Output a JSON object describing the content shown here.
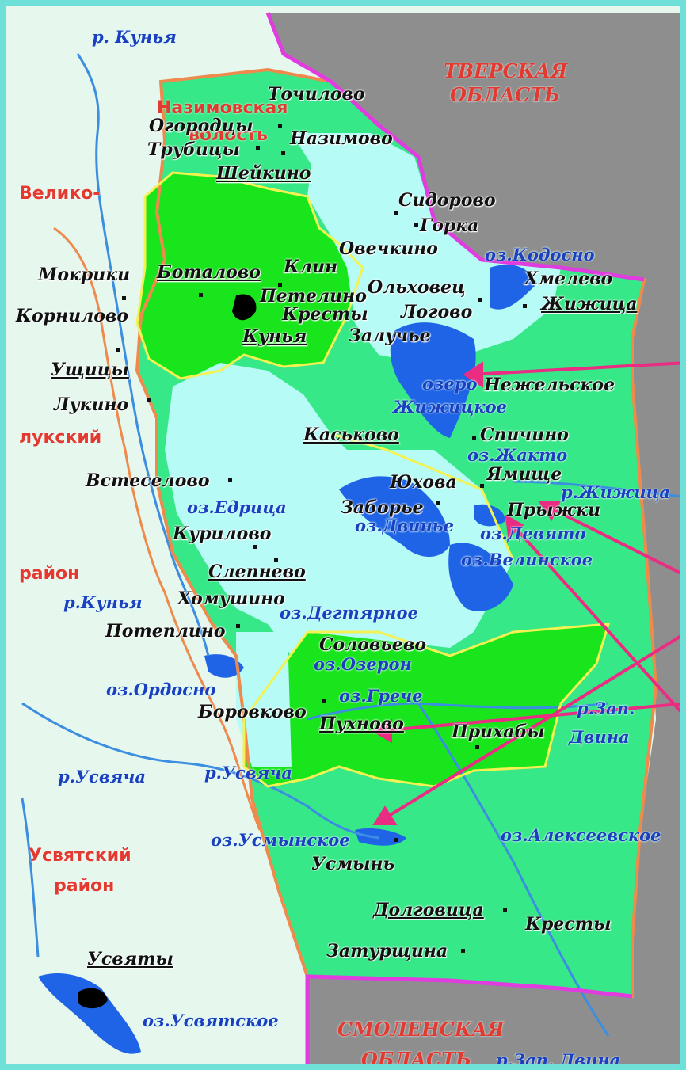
{
  "colors": {
    "outside": "#8e8e8e",
    "border_frame": "#6fe0d8",
    "western_land": "#e6f7ee",
    "district_green": "#36e887",
    "bright_green": "#19e51c",
    "light_blue": "#b6fbf6",
    "lake": "#1f64e6",
    "river": "#3b8ee0",
    "oblast_border": "#e13ce0",
    "district_border": "#ef8a4d",
    "volost_border": "#f3f252",
    "arrow": "#ea2c82"
  },
  "regions": {
    "tver": "ТВЕРСКАЯ ОБЛАСТЬ",
    "tver_line1": "ТВЕРСКАЯ",
    "tver_line2": "ОБЛАСТЬ",
    "velikoluksky_1": "Велико-",
    "velikoluksky_2": "лукский",
    "velikoluksky_3": "район",
    "usvyatsky_1": "Усвятский",
    "usvyatsky_2": "район",
    "smolensk_line1": "СМОЛЕНСКАЯ",
    "smolensk_line2": "ОБЛАСТЬ",
    "nazimovo_volost_1": "Назимовская",
    "nazimovo_volost_2": "волость"
  },
  "settlements": {
    "tochilovo": "Точилово",
    "ogorodtsy": "Огородцы",
    "nazimovo": "Назимово",
    "trubitsy": "Трубицы",
    "sheikino": "Шейкино",
    "sidorovo": "Сидорово",
    "gorka": "Горка",
    "ovechkino": "Овечкино",
    "mokriki": "Мокрики",
    "botalovo": "Боталово",
    "klin": "Клин",
    "khmelevo": "Хмелево",
    "petelino": "Петелино",
    "olkhovets": "Ольховец",
    "zhizhitsa": "Жижица",
    "kornilovo": "Корнилово",
    "kresty_n": "Кресты",
    "logovo": "Логово",
    "kunya": "Кунья",
    "zaluchye": "Залучье",
    "ushchitsy": "Ущицы",
    "nezhelskoe": "Нежельское",
    "lukino": "Лукино",
    "kaskovo": "Каськово",
    "spichino": "Спичино",
    "yamishche": "Ямище",
    "vsteselovo": "Встеселово",
    "yukhova": "Юхова",
    "zaborye": "Заборье",
    "pryzhki": "Прыжки",
    "kurilovo": "Курилово",
    "slepnevo": "Слепнево",
    "khomushino": "Хомушино",
    "poteplino": "Потеплино",
    "solovyevo": "Соловьево",
    "borovkovo": "Боровково",
    "pukhnovo": "Пухново",
    "prikhaby": "Прихабы",
    "usmyn": "Усмынь",
    "dolgovitsa": "Долговица",
    "kresty_s": "Кресты",
    "zaturshchina": "Затурщина",
    "usvyaty": "Усвяты"
  },
  "water": {
    "r_kunya_n": "р. Кунья",
    "oz_kodosno": "оз.Кодосно",
    "oz_zhizhitskoe_1": "озеро",
    "oz_zhizhitskoe_2": "Жижицкое",
    "oz_zhakto": "оз.Жакто",
    "r_zhizhitsa": "р.Жижица",
    "oz_edritsa": "оз.Едрица",
    "oz_dvinye": "оз.Двинье",
    "oz_devyato": "оз.Девято",
    "oz_velinskoe": "оз.Велинское",
    "r_kunya_w": "р.Кунья",
    "oz_degtyarnoe": "оз.Дегтярное",
    "oz_ozeron": "оз.Озерон",
    "oz_ordosno": "оз.Ордосно",
    "oz_greche": "оз.Грече",
    "r_zap_dvina_1": "р.Зап.",
    "r_zap_dvina_2": "Двина",
    "r_usvyacha_1": "р.Усвяча",
    "r_usvyacha_2": "р.Усвяча",
    "oz_usmynskoe": "оз.Усмынское",
    "oz_alekseevskoe": "оз.Алексеевское",
    "oz_usvyatskoe": "оз.Усвятское",
    "r_zap_dvina_s": "р.Зап. Двина"
  }
}
